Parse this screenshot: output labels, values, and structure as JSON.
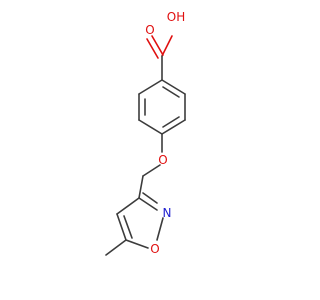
{
  "molecule": {
    "atoms": {
      "carbonyl_o": {
        "symbol": "O",
        "color": "#e01010"
      },
      "hydroxyl": {
        "symbol": "OH",
        "color": "#e01010"
      },
      "ether_o": {
        "symbol": "O",
        "color": "#e01010"
      },
      "ring_n": {
        "symbol": "N",
        "color": "#2020d0"
      },
      "ring_o": {
        "symbol": "O",
        "color": "#e01010"
      }
    },
    "bond_color": "#3c3c3c"
  }
}
